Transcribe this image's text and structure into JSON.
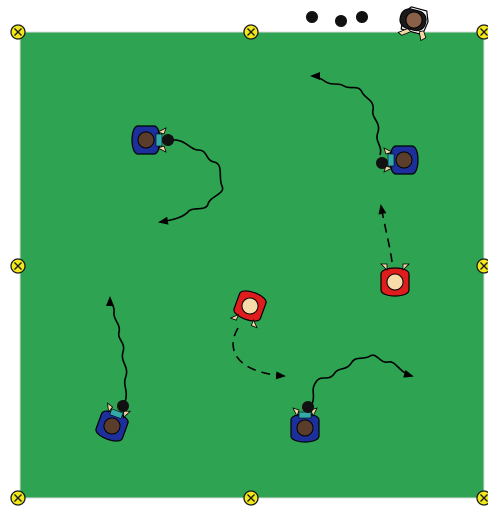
{
  "colors": {
    "pitch": "#2ea352",
    "pitch_edge": "#e8e8e8",
    "cone_fill": "#f1e81a",
    "cone_stroke": "#1a1a1a",
    "team_blue": "#1d2f9a",
    "team_red": "#e01d1d",
    "skin_dark": "#5a3e2b",
    "skin_light": "#f3d7a6",
    "coach": "#8a6148",
    "ball": "#111111",
    "arrow": "#000000"
  },
  "pitch": {
    "label": ""
  },
  "cones": [
    {
      "name": "cone-top-left"
    },
    {
      "name": "cone-top-middle"
    },
    {
      "name": "cone-top-right"
    },
    {
      "name": "cone-middle-left"
    },
    {
      "name": "cone-middle-right"
    },
    {
      "name": "cone-bottom-left"
    },
    {
      "name": "cone-bottom-middle"
    },
    {
      "name": "cone-bottom-right"
    }
  ],
  "players": [
    {
      "name": "blue-player-top-left",
      "team": "blue"
    },
    {
      "name": "blue-player-top-right",
      "team": "blue"
    },
    {
      "name": "blue-player-bottom-left",
      "team": "blue"
    },
    {
      "name": "blue-player-bottom-middle",
      "team": "blue"
    },
    {
      "name": "red-player-center",
      "team": "red"
    },
    {
      "name": "red-player-right",
      "team": "red"
    },
    {
      "name": "coach",
      "team": "coach"
    }
  ],
  "balls": [
    {
      "name": "spare-ball-1"
    },
    {
      "name": "spare-ball-2"
    },
    {
      "name": "spare-ball-3"
    }
  ],
  "movements": [
    {
      "name": "dribble-arrow-top-left",
      "style": "wavy"
    },
    {
      "name": "dribble-arrow-top-right",
      "style": "wavy"
    },
    {
      "name": "dribble-arrow-bottom-left",
      "style": "wavy"
    },
    {
      "name": "dribble-arrow-bottom-middle",
      "style": "wavy"
    },
    {
      "name": "run-arrow-red-center",
      "style": "dashed"
    },
    {
      "name": "run-arrow-red-right",
      "style": "dashed"
    }
  ]
}
